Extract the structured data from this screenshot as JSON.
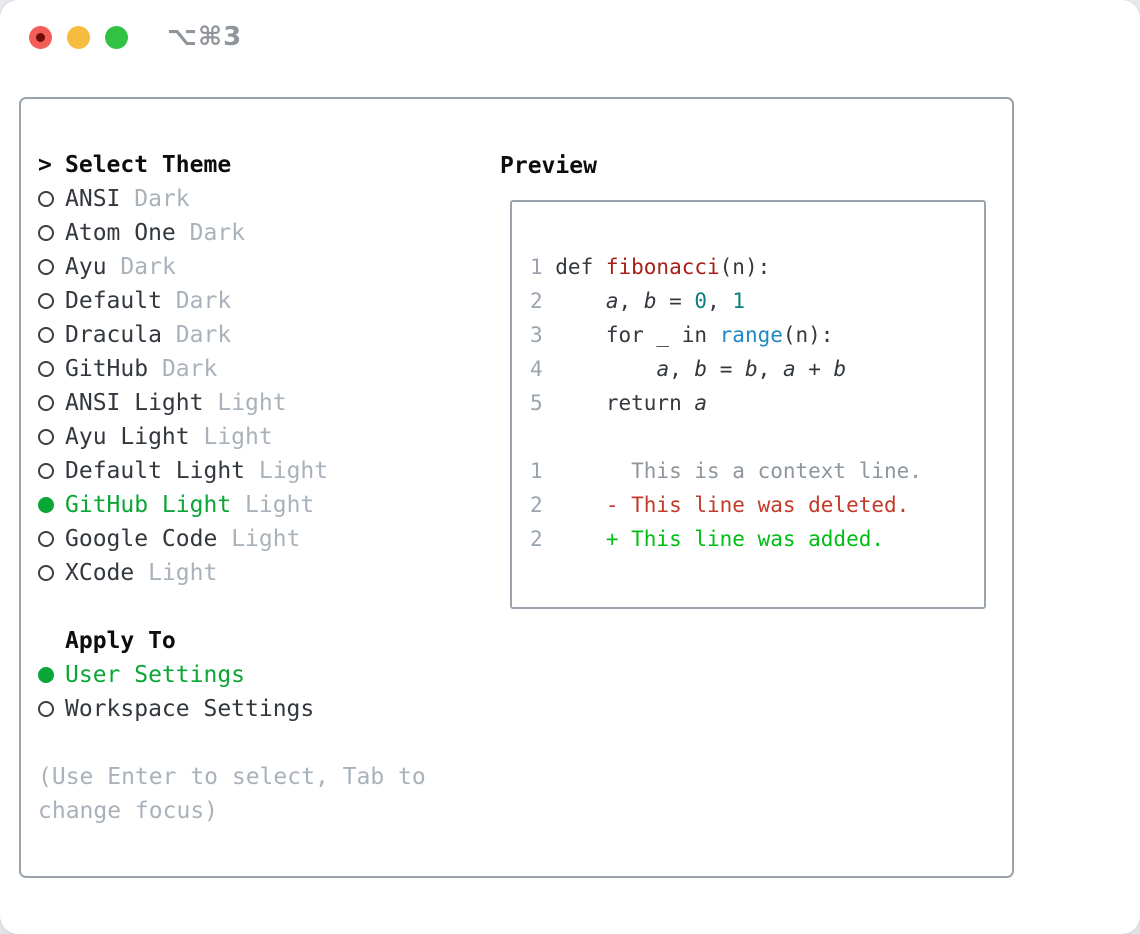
{
  "window": {
    "titlebar_shortcut": "⌥⌘3"
  },
  "theme_picker": {
    "header_prefix": ">",
    "header": "Select Theme",
    "themes": [
      {
        "name": "ANSI",
        "variant": "Dark",
        "selected": false
      },
      {
        "name": "Atom One",
        "variant": "Dark",
        "selected": false
      },
      {
        "name": "Ayu",
        "variant": "Dark",
        "selected": false
      },
      {
        "name": "Default",
        "variant": "Dark",
        "selected": false
      },
      {
        "name": "Dracula",
        "variant": "Dark",
        "selected": false
      },
      {
        "name": "GitHub",
        "variant": "Dark",
        "selected": false
      },
      {
        "name": "ANSI Light",
        "variant": "Light",
        "selected": false
      },
      {
        "name": "Ayu Light",
        "variant": "Light",
        "selected": false
      },
      {
        "name": "Default Light",
        "variant": "Light",
        "selected": false
      },
      {
        "name": "GitHub Light",
        "variant": "Light",
        "selected": true
      },
      {
        "name": "Google Code",
        "variant": "Light",
        "selected": false
      },
      {
        "name": "XCode",
        "variant": "Light",
        "selected": false
      }
    ],
    "apply_to": {
      "header": "Apply To",
      "options": [
        {
          "label": "User Settings",
          "selected": true
        },
        {
          "label": "Workspace Settings",
          "selected": false
        }
      ]
    },
    "hint": "(Use Enter to select, Tab to change focus)"
  },
  "preview": {
    "header": "Preview",
    "code_lines": [
      {
        "line_number": "1",
        "tokens": [
          {
            "text": "def ",
            "type": "plain"
          },
          {
            "text": "fibonacci",
            "type": "function"
          },
          {
            "text": "(n):",
            "type": "plain"
          }
        ]
      },
      {
        "line_number": "2",
        "tokens": [
          {
            "text": "    ",
            "type": "plain"
          },
          {
            "text": "a",
            "type": "variable"
          },
          {
            "text": ", ",
            "type": "plain"
          },
          {
            "text": "b",
            "type": "variable"
          },
          {
            "text": " = ",
            "type": "plain"
          },
          {
            "text": "0",
            "type": "number"
          },
          {
            "text": ", ",
            "type": "plain"
          },
          {
            "text": "1",
            "type": "number"
          }
        ]
      },
      {
        "line_number": "3",
        "tokens": [
          {
            "text": "    for _ in ",
            "type": "plain"
          },
          {
            "text": "range",
            "type": "builtin"
          },
          {
            "text": "(n):",
            "type": "plain"
          }
        ]
      },
      {
        "line_number": "4",
        "tokens": [
          {
            "text": "        ",
            "type": "plain"
          },
          {
            "text": "a",
            "type": "variable"
          },
          {
            "text": ", ",
            "type": "plain"
          },
          {
            "text": "b",
            "type": "variable"
          },
          {
            "text": " = ",
            "type": "plain"
          },
          {
            "text": "b",
            "type": "variable"
          },
          {
            "text": ", ",
            "type": "plain"
          },
          {
            "text": "a",
            "type": "variable"
          },
          {
            "text": " + ",
            "type": "plain"
          },
          {
            "text": "b",
            "type": "variable"
          }
        ]
      },
      {
        "line_number": "5",
        "tokens": [
          {
            "text": "    return ",
            "type": "plain"
          },
          {
            "text": "a",
            "type": "variable"
          }
        ]
      },
      {
        "line_number": "",
        "tokens": []
      }
    ],
    "diff_lines": [
      {
        "line_number": "1",
        "marker": " ",
        "text": "This is a context line.",
        "kind": "context"
      },
      {
        "line_number": "2",
        "marker": "-",
        "text": "This line was deleted.",
        "kind": "deleted"
      },
      {
        "line_number": "2",
        "marker": "+",
        "text": "This line was added.",
        "kind": "added"
      }
    ]
  },
  "colors": {
    "accent_green": "#0aa636",
    "added_green": "#00be14",
    "deleted_red": "#c23a28",
    "context_gray": "#8e969d",
    "muted_gray": "#a9b2bb",
    "function_red": "#a61f18",
    "number_teal": "#0c7f82",
    "builtin_blue": "#1e88c7",
    "panel_border": "#9aa2ac",
    "traffic_red": "#f25e57",
    "traffic_yellow": "#f5bc3e",
    "traffic_green": "#31c244"
  }
}
